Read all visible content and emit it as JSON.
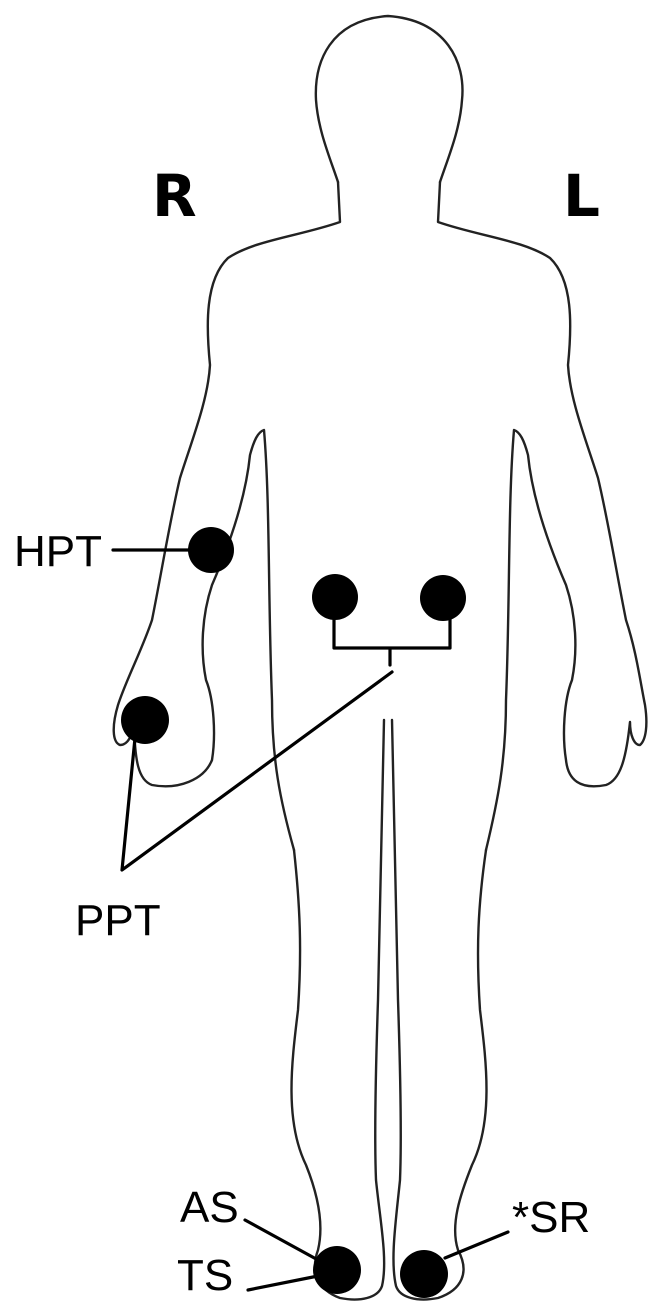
{
  "side_labels": {
    "right": "R",
    "left": "L"
  },
  "site_labels": {
    "hpt": "HPT",
    "ppt": "PPT",
    "as": "AS",
    "ts": "TS",
    "sr": "*SR"
  },
  "colors": {
    "outline": "#222222",
    "markers": "#000000",
    "background": "#ffffff"
  }
}
